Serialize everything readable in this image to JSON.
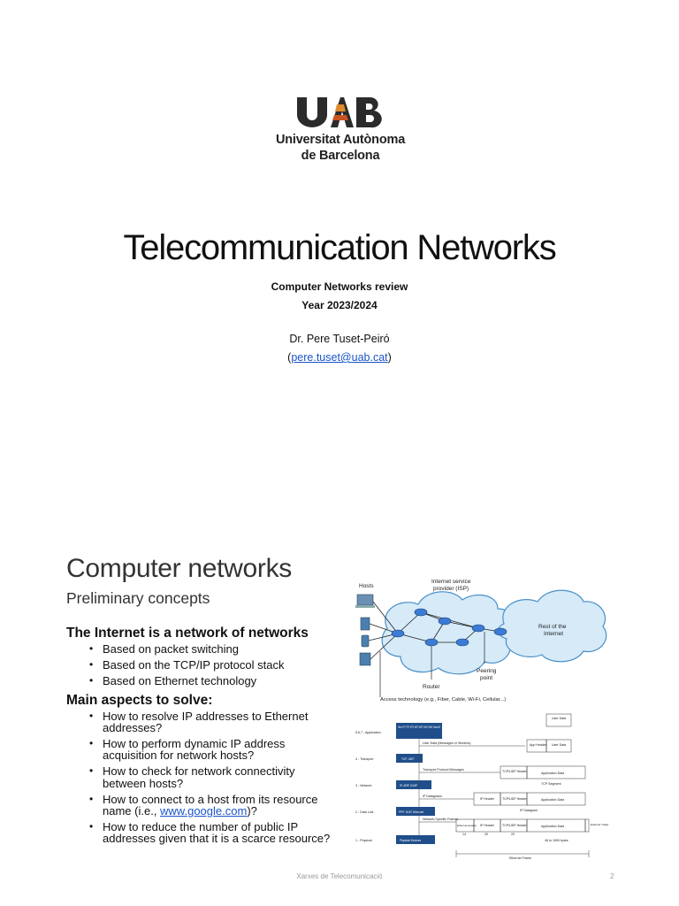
{
  "slide1": {
    "logo": {
      "mark_text": "UAB",
      "line1": "Universitat Autònoma",
      "line2": "de Barcelona"
    },
    "title": "Telecommunication Networks",
    "subtitle1": "Computer Networks review",
    "subtitle2": "Year 2023/2024",
    "author": "Dr. Pere Tuset-Peiró",
    "email": "pere.tuset@uab.cat"
  },
  "slide2": {
    "title": "Computer networks",
    "subtitle": "Preliminary concepts",
    "heading1": "The Internet is a network of networks",
    "bullets1": [
      "Based on packet switching",
      "Based on the TCP/IP protocol stack",
      "Based on Ethernet technology"
    ],
    "heading2": "Main aspects to solve:",
    "bullets2": [
      "How to resolve IP addresses to Ethernet addresses?",
      "How to perform dynamic IP address acquisition for network hosts?",
      "How to check for network connectivity between hosts?",
      "How to connect to a host from its resource name (i.e., ",
      "How to reduce the number of public IP addresses given that it is a scarce resource?"
    ],
    "bullet2_4_link": "www.google.com",
    "bullet2_4_suffix": ")?",
    "net_diagram": {
      "hosts": "Hosts",
      "isp_line1": "Internet service",
      "isp_line2": "provider (ISP)",
      "rest_line1": "Rest of the",
      "rest_line2": "Internet",
      "router": "Router",
      "peering_line1": "Peering",
      "peering_line2": "point",
      "access": "Access technology (e.g., Fiber, Cable, Wi-Fi, Cellular...)"
    },
    "layer_diagram": {
      "layers": [
        "5,6,7 - Application",
        "4 - Transport",
        "3 - Network",
        "2 - Data Link",
        "1 - Physical"
      ],
      "protocols": [
        "Telnet, FTP, TFTP, HTTP, SNTP, SMTP, DHCP, SNMP, Socket API",
        "TCP, UDP",
        "IP, ARP, ICMP",
        "PPP, SLIP, Ethernet",
        "Physical Devices"
      ],
      "flows": [
        "User Data (Messages or Streams)",
        "Transport Protocol Messages",
        "IP Datagrams",
        "Network-Specific Frames"
      ],
      "user_data": "User Data",
      "app_header": "App Header",
      "tcp_header": "TCP/UDP Header",
      "ip_header": "IP Header",
      "eth_header": "Ethernet Header",
      "app_data": "Application Data",
      "tcp_segment": "TCP Segment",
      "ip_datagram": "IP Datagram",
      "eth_trailer": "Ethernet Trailer",
      "size_14": "14",
      "size_20a": "20",
      "size_20b": "20",
      "size_payload": "46 to 1500 bytes",
      "eth_frame": "Ethernet Frame"
    },
    "footer": "Xarxes de Telecomunicació",
    "page_number": "2"
  }
}
